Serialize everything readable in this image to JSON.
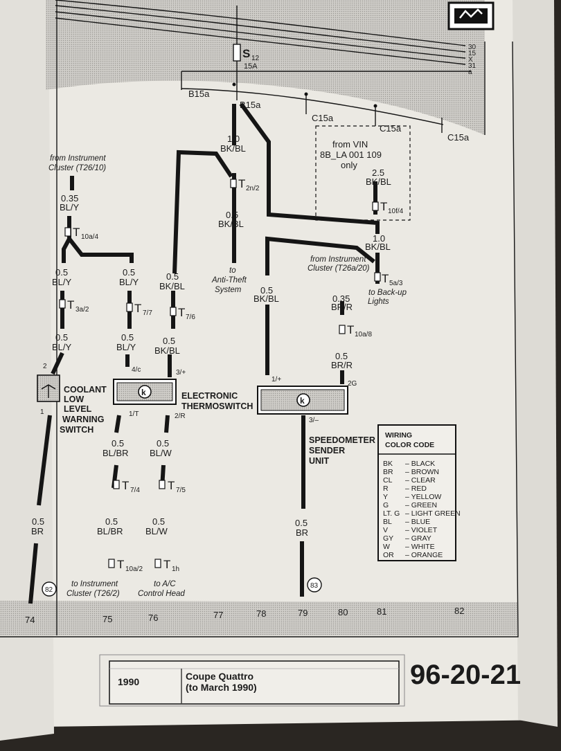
{
  "fuse": {
    "id": "S",
    "sub": "12",
    "rating": "15A"
  },
  "rails": {
    "labels": [
      "30",
      "15",
      "X",
      "31",
      "a"
    ]
  },
  "buses": {
    "b15a_left": "B15a",
    "b15a_center": "B15a",
    "c15a_1": "C15a",
    "c15a_2": "C15a",
    "c15a_3": "C15a"
  },
  "vin_box": {
    "line1": "from VIN",
    "line2": "8B_LA 001 109",
    "line3": "only"
  },
  "wires": {
    "w1": {
      "gauge": "1.0",
      "color": "BK/BL"
    },
    "w2": {
      "gauge": "0.5",
      "color": "BK/BL"
    },
    "w3": {
      "gauge": "2.5",
      "color": "BK/BL"
    },
    "w4": {
      "gauge": "1.0",
      "color": "BK/BL"
    },
    "w5": {
      "gauge": "0.35",
      "color": "BL/Y"
    },
    "w6": {
      "gauge": "0.5",
      "color": "BL/Y"
    },
    "w7": {
      "gauge": "0.5",
      "color": "BL/Y"
    },
    "w8": {
      "gauge": "0.5",
      "color": "BK/BL"
    },
    "w9": {
      "gauge": "0.5",
      "color": "BK/BL"
    },
    "w10": {
      "gauge": "0.35",
      "color": "BR/R"
    },
    "w11": {
      "gauge": "0.5",
      "color": "BL/Y"
    },
    "w12": {
      "gauge": "0.5",
      "color": "BL/Y"
    },
    "w13": {
      "gauge": "0.5",
      "color": "BK/BL"
    },
    "w14": {
      "gauge": "0.5",
      "color": "BR/R"
    },
    "w15": {
      "gauge": "0.5",
      "color": "BL/BR"
    },
    "w16": {
      "gauge": "0.5",
      "color": "BL/W"
    },
    "w17": {
      "gauge": "0.5",
      "color": "BR"
    },
    "w18": {
      "gauge": "0.5",
      "color": "BL/BR"
    },
    "w19": {
      "gauge": "0.5",
      "color": "BL/W"
    },
    "w20": {
      "gauge": "0.5",
      "color": "BR"
    }
  },
  "connectors": {
    "t2n2": {
      "main": "T",
      "sub": "2n/2"
    },
    "t10f4": {
      "main": "T",
      "sub": "10f/4"
    },
    "t10a4": {
      "main": "T",
      "sub": "10a/4"
    },
    "t5a3": {
      "main": "T",
      "sub": "5a/3"
    },
    "t3a2": {
      "main": "T",
      "sub": "3a/2"
    },
    "t77": {
      "main": "T",
      "sub": "7/7"
    },
    "t76": {
      "main": "T",
      "sub": "7/6"
    },
    "t10a8": {
      "main": "T",
      "sub": "10a/8"
    },
    "t74": {
      "main": "T",
      "sub": "7/4"
    },
    "t75": {
      "main": "T",
      "sub": "7/5"
    },
    "t10a2": {
      "main": "T",
      "sub": "10a/2"
    },
    "t1h": {
      "main": "T",
      "sub": "1h"
    }
  },
  "annotations": {
    "from_cluster_1": {
      "l1": "from Instrument",
      "l2": "Cluster (T26/10)"
    },
    "anti_theft": {
      "l1": "to",
      "l2": "Anti-Theft",
      "l3": "System"
    },
    "from_cluster_2": {
      "l1": "from Instrument",
      "l2": "Cluster (T26a/20)"
    },
    "backup": {
      "l1": "to Back-up",
      "l2": "Lights"
    },
    "to_cluster": {
      "l1": "to Instrument",
      "l2": "Cluster (T26/2)"
    },
    "to_ac": {
      "l1": "to A/C",
      "l2": "Control Head"
    }
  },
  "pins": {
    "p2": "2",
    "p1": "1",
    "p4c": "4/c",
    "p1t": "1/T",
    "p3p": "3/+",
    "p2r": "2/R",
    "p1p": "1/+",
    "p2g": "2G",
    "p3m": "3/–"
  },
  "components": {
    "coolant": {
      "l1": "COOLANT",
      "l2": "LOW",
      "l3": "LEVEL",
      "l4": "WARNING",
      "l5": "SWITCH"
    },
    "thermo": {
      "l1": "ELECTRONIC",
      "l2": "THERMOSWITCH"
    },
    "speedo": {
      "l1": "SPEEDOMETER",
      "l2": "SENDER",
      "l3": "UNIT"
    },
    "k_symbol": "k"
  },
  "grounds": {
    "g82": "82",
    "g83": "83"
  },
  "columns": [
    "74",
    "75",
    "76",
    "77",
    "78",
    "79",
    "80",
    "81",
    "82"
  ],
  "legend": {
    "title1": "WIRING",
    "title2": "COLOR CODE",
    "items": [
      {
        "code": "BK",
        "name": "– BLACK"
      },
      {
        "code": "BR",
        "name": "– BROWN"
      },
      {
        "code": "CL",
        "name": "– CLEAR"
      },
      {
        "code": "R",
        "name": "– RED"
      },
      {
        "code": "Y",
        "name": "– YELLOW"
      },
      {
        "code": "G",
        "name": "– GREEN"
      },
      {
        "code": "LT. G",
        "name": "– LIGHT GREEN"
      },
      {
        "code": "BL",
        "name": "– BLUE"
      },
      {
        "code": "V",
        "name": "– VIOLET"
      },
      {
        "code": "GY",
        "name": "– GRAY"
      },
      {
        "code": "W",
        "name": "– WHITE"
      },
      {
        "code": "OR",
        "name": "– ORANGE"
      }
    ]
  },
  "footer": {
    "year": "1990",
    "model1": "Coupe Quattro",
    "model2": "(to March 1990)",
    "page": "96-20-21"
  },
  "colors": {
    "paper": "#e9e7e1",
    "rail_band": "#c9c7c2",
    "ink": "#151515"
  }
}
